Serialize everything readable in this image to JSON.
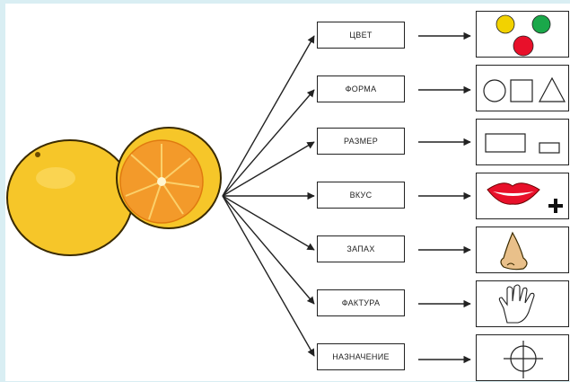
{
  "diagram": {
    "properties": [
      {
        "label": "ЦВЕТ",
        "icon": "colored-circles-icon"
      },
      {
        "label": "ФОРМА",
        "icon": "shapes-icon"
      },
      {
        "label": "РАЗМЕР",
        "icon": "size-rectangles-icon"
      },
      {
        "label": "ВКУС",
        "icon": "lips-plus-icon"
      },
      {
        "label": "ЗАПАХ",
        "icon": "nose-icon"
      },
      {
        "label": "ФАКТУРА",
        "icon": "hand-icon"
      },
      {
        "label": "НАЗНАЧЕНИЕ",
        "icon": "target-crosshair-icon"
      }
    ],
    "colors": {
      "yellow": "#f2d200",
      "green": "#1aa84a",
      "red": "#e8102a",
      "fruit_peel": "#f4c21a",
      "fruit_pulp": "#f39a2a"
    }
  }
}
